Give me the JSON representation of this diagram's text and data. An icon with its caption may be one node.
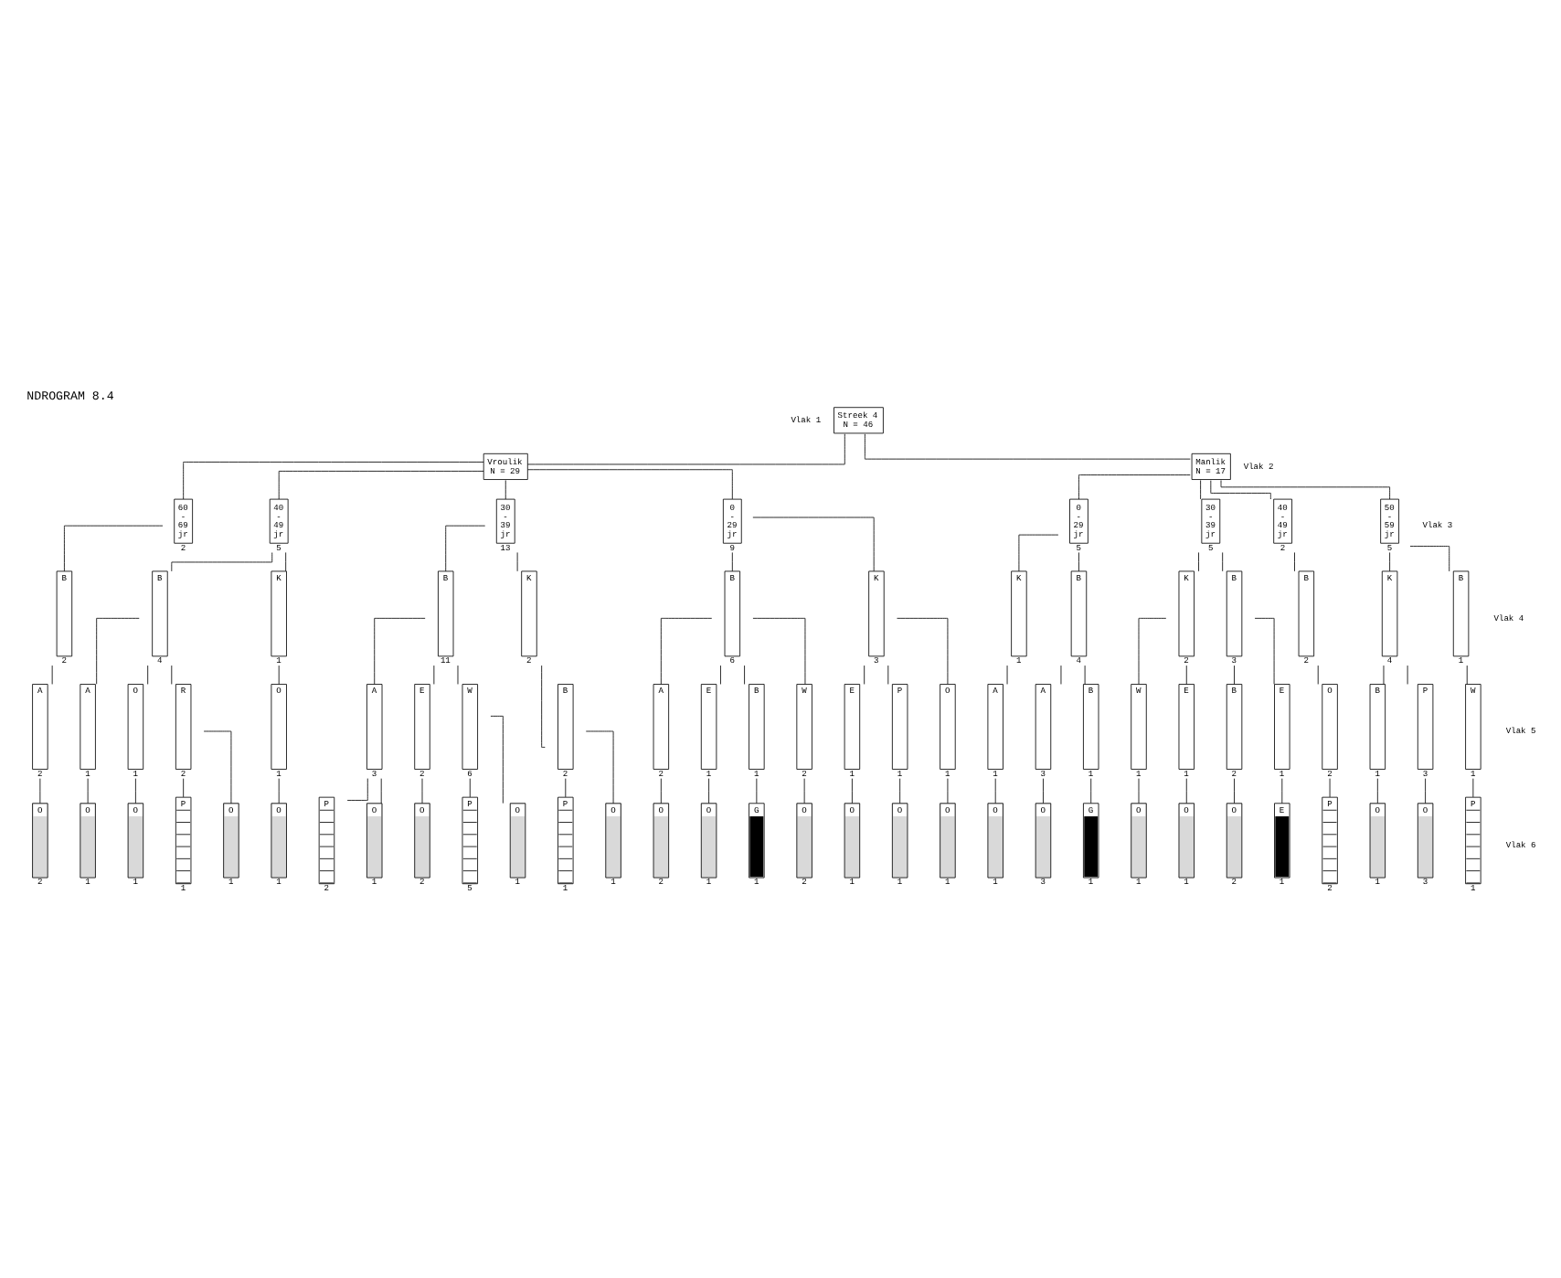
{
  "diagram": {
    "title": "NDROGRAM 8.4",
    "nodes": [
      {
        "text": [
          "Streek 4",
          "N = 46"
        ]
      },
      {
        "text": [
          "Vroulik",
          "N = 29"
        ]
      },
      {
        "text": [
          "Manlik",
          "N = 17"
        ]
      },
      {
        "text": [
          "60 - 69 jr"
        ],
        "beside": [
          "2"
        ]
      },
      {
        "text": [
          "40 - 49 jr"
        ],
        "beside": [
          "5"
        ]
      },
      {
        "text": [
          "30 - 39 jr"
        ],
        "beside": [
          "13"
        ]
      },
      {
        "text": [
          "0 - 29 jr"
        ],
        "beside": [
          "9"
        ]
      },
      {
        "text": [
          "0 - 29 jr"
        ],
        "beside": [
          "5"
        ]
      },
      {
        "text": [
          "30 - 39 jr"
        ],
        "beside": [
          "5"
        ]
      },
      {
        "text": [
          "40 - 49 jr"
        ],
        "beside": [
          "2"
        ]
      },
      {
        "text": [
          "50 - 59 jr"
        ],
        "beside": [
          "5"
        ]
      },
      {
        "text": [
          "B"
        ],
        "beside": [
          "2"
        ]
      },
      {
        "text": [
          "B"
        ],
        "beside": [
          "4"
        ]
      },
      {
        "text": [
          "K"
        ],
        "beside": [
          "1"
        ]
      },
      {
        "text": [
          "B"
        ],
        "beside": [
          "11"
        ]
      },
      {
        "text": [
          "K"
        ],
        "beside": [
          "2"
        ]
      },
      {
        "text": [
          "B"
        ],
        "beside": [
          "6"
        ]
      },
      {
        "text": [
          "K"
        ],
        "beside": [
          "3"
        ]
      },
      {
        "text": [
          "K"
        ],
        "beside": [
          "1"
        ]
      },
      {
        "text": [
          "B"
        ],
        "beside": [
          "4"
        ]
      },
      {
        "text": [
          "K"
        ],
        "beside": [
          "2"
        ]
      },
      {
        "text": [
          "B"
        ],
        "beside": [
          "3"
        ]
      },
      {
        "text": [
          "B"
        ],
        "beside": [
          "2"
        ]
      },
      {
        "text": [
          "K"
        ],
        "beside": [
          "4"
        ]
      },
      {
        "text": [
          "B"
        ],
        "beside": [
          "1"
        ]
      },
      {
        "text": [
          "A"
        ],
        "beside": [
          "2"
        ]
      },
      {
        "text": [
          "A"
        ],
        "beside": [
          "1"
        ]
      },
      {
        "text": [
          "O"
        ],
        "beside": [
          "1"
        ]
      },
      {
        "text": [
          "R"
        ],
        "beside": [
          "2"
        ]
      },
      {
        "text": [
          "O"
        ],
        "beside": [
          "1"
        ]
      },
      {
        "text": [
          "A"
        ],
        "beside": [
          "3"
        ]
      },
      {
        "text": [
          "E"
        ],
        "beside": [
          "2"
        ]
      },
      {
        "text": [
          "W"
        ],
        "beside": [
          "6"
        ]
      },
      {
        "text": [
          "B"
        ],
        "beside": [
          "2"
        ]
      },
      {
        "text": [
          "A"
        ],
        "beside": [
          "2"
        ]
      },
      {
        "text": [
          "E"
        ],
        "beside": [
          "1"
        ]
      },
      {
        "text": [
          "B"
        ],
        "beside": [
          "1"
        ]
      },
      {
        "text": [
          "W"
        ],
        "beside": [
          "2"
        ]
      },
      {
        "text": [
          "E"
        ],
        "beside": [
          "1"
        ]
      },
      {
        "text": [
          "P"
        ],
        "beside": [
          "1"
        ]
      },
      {
        "text": [
          "O"
        ],
        "beside": [
          "1"
        ]
      },
      {
        "text": [
          "A"
        ],
        "beside": [
          "1"
        ]
      },
      {
        "text": [
          "A"
        ],
        "beside": [
          "3"
        ]
      },
      {
        "text": [
          "B"
        ],
        "beside": [
          "1"
        ]
      },
      {
        "text": [
          "W"
        ],
        "beside": [
          "1"
        ]
      },
      {
        "text": [
          "E"
        ],
        "beside": [
          "1"
        ]
      },
      {
        "text": [
          "B"
        ],
        "beside": [
          "2"
        ]
      },
      {
        "text": [
          "E"
        ],
        "beside": [
          "1"
        ]
      },
      {
        "text": [
          "O"
        ],
        "beside": [
          "2"
        ]
      },
      {
        "text": [
          "B"
        ],
        "beside": [
          "1"
        ]
      },
      {
        "text": [
          "P"
        ],
        "beside": [
          "3"
        ]
      },
      {
        "text": [
          "W"
        ],
        "beside": [
          "1"
        ]
      },
      {
        "text": [
          "O"
        ],
        "beside": [
          "2"
        ]
      },
      {
        "text": [
          "O"
        ],
        "beside": [
          "1"
        ]
      },
      {
        "text": [
          "O"
        ],
        "beside": [
          "1"
        ]
      },
      {
        "text": [
          "P"
        ],
        "beside": [
          "1"
        ]
      },
      {
        "text": [
          "O"
        ],
        "beside": [
          "1"
        ]
      },
      {
        "text": [
          "O"
        ],
        "beside": [
          "1"
        ]
      },
      {
        "text": [
          "P"
        ],
        "beside": [
          "2"
        ]
      },
      {
        "text": [
          "O"
        ],
        "beside": [
          "1"
        ]
      },
      {
        "text": [
          "O"
        ],
        "beside": [
          "2"
        ]
      },
      {
        "text": [
          "P"
        ],
        "beside": [
          "5"
        ]
      },
      {
        "text": [
          "O"
        ],
        "beside": [
          "1"
        ]
      },
      {
        "text": [
          "P"
        ],
        "beside": [
          "1"
        ]
      },
      {
        "text": [
          "O"
        ],
        "beside": [
          "1"
        ]
      },
      {
        "text": [
          "O"
        ],
        "beside": [
          "2"
        ]
      },
      {
        "text": [
          "O"
        ],
        "beside": [
          "1"
        ]
      },
      {
        "text": [
          "G"
        ],
        "beside": [
          "1"
        ]
      },
      {
        "text": [
          "O"
        ],
        "beside": [
          "2"
        ]
      },
      {
        "text": [
          "O"
        ],
        "beside": [
          "1"
        ]
      },
      {
        "text": [
          "O"
        ],
        "beside": [
          "1"
        ]
      },
      {
        "text": [
          "O"
        ],
        "beside": [
          "1"
        ]
      },
      {
        "text": [
          "O"
        ],
        "beside": [
          "1"
        ]
      },
      {
        "text": [
          "O"
        ],
        "beside": [
          "3"
        ]
      },
      {
        "text": [
          "G"
        ],
        "beside": [
          "1"
        ]
      },
      {
        "text": [
          "O"
        ],
        "beside": [
          "1"
        ]
      },
      {
        "text": [
          "O"
        ],
        "beside": [
          "1"
        ]
      },
      {
        "text": [
          "O"
        ],
        "beside": [
          "2"
        ]
      },
      {
        "text": [
          "E"
        ],
        "beside": [
          "1"
        ]
      },
      {
        "text": [
          "P"
        ],
        "beside": [
          "2"
        ]
      },
      {
        "text": [
          "O"
        ],
        "beside": [
          "1"
        ]
      },
      {
        "text": [
          "O"
        ],
        "beside": [
          "3"
        ]
      },
      {
        "text": [
          "P"
        ],
        "beside": [
          "1"
        ]
      }
    ],
    "edges": [
      {
        "from": 0,
        "to": 1,
        "arrow": "none"
      },
      {
        "from": 0,
        "to": 2,
        "arrow": "none"
      },
      {
        "from": 1,
        "to": 3,
        "arrow": "none"
      },
      {
        "from": 1,
        "to": 4,
        "arrow": "none"
      },
      {
        "from": 1,
        "to": 5,
        "arrow": "none"
      },
      {
        "from": 1,
        "to": 6,
        "arrow": "none"
      },
      {
        "from": 2,
        "to": 7,
        "arrow": "none"
      },
      {
        "from": 2,
        "to": 8,
        "arrow": "none"
      },
      {
        "from": 2,
        "to": 9,
        "arrow": "none"
      },
      {
        "from": 2,
        "to": 10,
        "arrow": "none"
      },
      {
        "from": 3,
        "to": 11,
        "arrow": "none"
      },
      {
        "from": 4,
        "to": 12,
        "arrow": "none"
      },
      {
        "from": 4,
        "to": 13,
        "arrow": "none"
      },
      {
        "from": 5,
        "to": 14,
        "arrow": "none"
      },
      {
        "from": 5,
        "to": 15,
        "arrow": "none"
      },
      {
        "from": 6,
        "to": 16,
        "arrow": "none"
      },
      {
        "from": 6,
        "to": 17,
        "arrow": "none"
      },
      {
        "from": 7,
        "to": 18,
        "arrow": "none"
      },
      {
        "from": 7,
        "to": 19,
        "arrow": "none"
      },
      {
        "from": 8,
        "to": 20,
        "arrow": "none"
      },
      {
        "from": 8,
        "to": 21,
        "arrow": "none"
      },
      {
        "from": 9,
        "to": 22,
        "arrow": "none"
      },
      {
        "from": 10,
        "to": 23,
        "arrow": "none"
      },
      {
        "from": 10,
        "to": 24,
        "arrow": "none"
      },
      {
        "from": 11,
        "to": 25,
        "arrow": "none"
      },
      {
        "from": 12,
        "to": 26,
        "arrow": "none"
      },
      {
        "from": 12,
        "to": 27,
        "arrow": "none"
      },
      {
        "from": 12,
        "to": 28,
        "arrow": "none"
      },
      {
        "from": 13,
        "to": 29,
        "arrow": "none"
      },
      {
        "from": 14,
        "to": 30,
        "arrow": "none"
      },
      {
        "from": 14,
        "to": 31,
        "arrow": "none"
      },
      {
        "from": 14,
        "to": 32,
        "arrow": "none"
      },
      {
        "from": 15,
        "to": 33,
        "arrow": "none"
      },
      {
        "from": 16,
        "to": 34,
        "arrow": "none"
      },
      {
        "from": 16,
        "to": 35,
        "arrow": "none"
      },
      {
        "from": 16,
        "to": 36,
        "arrow": "none"
      },
      {
        "from": 16,
        "to": 37,
        "arrow": "none"
      },
      {
        "from": 17,
        "to": 38,
        "arrow": "none"
      },
      {
        "from": 17,
        "to": 39,
        "arrow": "none"
      },
      {
        "from": 17,
        "to": 40,
        "arrow": "none"
      },
      {
        "from": 18,
        "to": 41,
        "arrow": "none"
      },
      {
        "from": 19,
        "to": 42,
        "arrow": "none"
      },
      {
        "from": 19,
        "to": 43,
        "arrow": "none"
      },
      {
        "from": 20,
        "to": 44,
        "arrow": "none"
      },
      {
        "from": 20,
        "to": 45,
        "arrow": "none"
      },
      {
        "from": 21,
        "to": 46,
        "arrow": "none"
      },
      {
        "from": 21,
        "to": 47,
        "arrow": "none"
      },
      {
        "from": 22,
        "to": 48,
        "arrow": "none"
      },
      {
        "from": 23,
        "to": 49,
        "arrow": "none"
      },
      {
        "from": 23,
        "to": 50,
        "arrow": "none"
      },
      {
        "from": 24,
        "to": 51,
        "arrow": "none"
      },
      {
        "from": 25,
        "to": 52,
        "arrow": "none"
      },
      {
        "from": 26,
        "to": 53,
        "arrow": "none"
      },
      {
        "from": 27,
        "to": 54,
        "arrow": "none"
      },
      {
        "from": 28,
        "to": 55,
        "arrow": "none"
      },
      {
        "from": 28,
        "to": 56,
        "arrow": "none"
      },
      {
        "from": 29,
        "to": 57,
        "arrow": "none"
      },
      {
        "from": 30,
        "to": 58,
        "arrow": "none"
      },
      {
        "from": 30,
        "to": 59,
        "arrow": "none"
      },
      {
        "from": 31,
        "to": 60,
        "arrow": "none"
      },
      {
        "from": 32,
        "to": 61,
        "arrow": "none"
      },
      {
        "from": 32,
        "to": 62,
        "arrow": "none"
      },
      {
        "from": 33,
        "to": 63,
        "arrow": "none"
      },
      {
        "from": 33,
        "to": 64,
        "arrow": "none"
      },
      {
        "from": 34,
        "to": 65,
        "arrow": "none"
      },
      {
        "from": 35,
        "to": 66,
        "arrow": "none"
      },
      {
        "from": 36,
        "to": 67,
        "arrow": "none"
      },
      {
        "from": 37,
        "to": 68,
        "arrow": "none"
      },
      {
        "from": 38,
        "to": 69,
        "arrow": "none"
      },
      {
        "from": 39,
        "to": 70,
        "arrow": "none"
      },
      {
        "from": 40,
        "to": 71,
        "arrow": "none"
      },
      {
        "from": 41,
        "to": 72,
        "arrow": "none"
      },
      {
        "from": 42,
        "to": 73,
        "arrow": "none"
      },
      {
        "from": 43,
        "to": 74,
        "arrow": "none"
      },
      {
        "from": 44,
        "to": 75,
        "arrow": "none"
      },
      {
        "from": 45,
        "to": 76,
        "arrow": "none"
      },
      {
        "from": 46,
        "to": 77,
        "arrow": "none"
      },
      {
        "from": 47,
        "to": 78,
        "arrow": "none"
      },
      {
        "from": 48,
        "to": 79,
        "arrow": "none"
      },
      {
        "from": 49,
        "to": 80,
        "arrow": "none"
      },
      {
        "from": 50,
        "to": 81,
        "arrow": "none"
      },
      {
        "from": 51,
        "to": 82,
        "arrow": "none"
      }
    ],
    "labels": [
      "Vlak 1",
      "Vlak 2",
      "Vlak 3",
      "Vlak 4",
      "Vlak 5",
      "Vlak 6"
    ]
  }
}
